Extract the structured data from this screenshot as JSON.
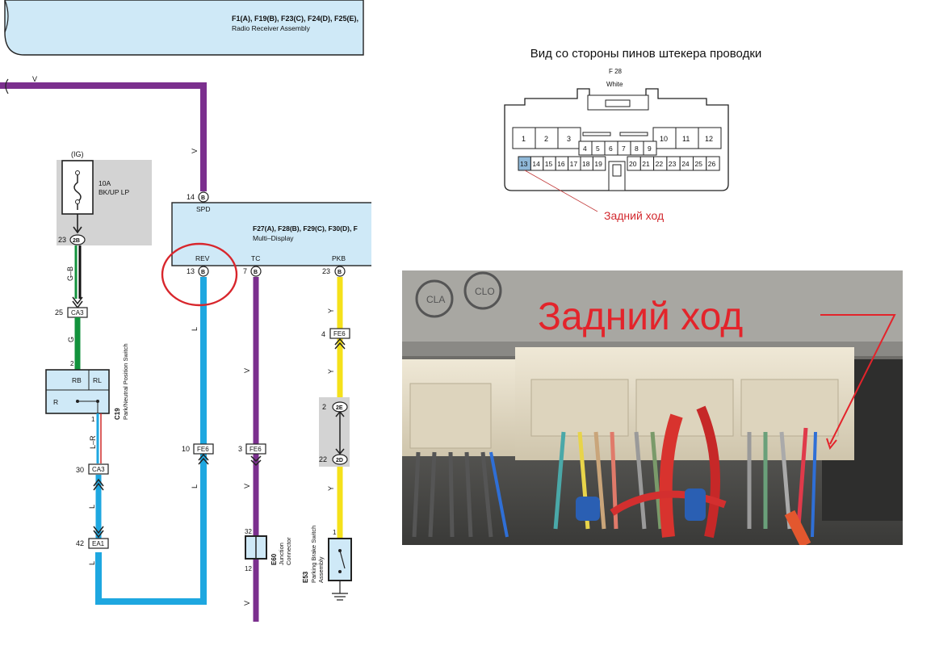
{
  "radio_box": {
    "title": "F1(A), F19(B), F23(C), F24(D), F25(E),",
    "subtitle": "Radio Receiver Assembly"
  },
  "multidisplay_box": {
    "title": "F27(A), F28(B), F29(C), F30(D), F",
    "subtitle": "Multi–Display",
    "pins": {
      "spd": {
        "label": "SPD",
        "num": "14",
        "code": "B"
      },
      "rev": {
        "label": "REV",
        "num": "13",
        "code": "B"
      },
      "tc": {
        "label": "TC",
        "num": "7",
        "code": "B"
      },
      "pkb": {
        "label": "PKB",
        "num": "23",
        "code": "B"
      }
    }
  },
  "wire_labels": {
    "top_v": "V",
    "spd_v": "V",
    "gb": "G–B",
    "g": "G",
    "lr": "L–R",
    "l1": "L",
    "l2": "L",
    "l3": "L",
    "rev_l1": "L",
    "rev_l2": "L",
    "tc_v1": "V",
    "tc_v2": "V",
    "tc_v3": "V",
    "pkb_y1": "Y",
    "pkb_y2": "Y",
    "pkb_y3": "Y"
  },
  "fuse": {
    "ig_label": "(IG)",
    "rating": "10A",
    "name": "BK/UP LP",
    "pin_num": "23",
    "pin_code": "2B"
  },
  "connectors": {
    "ca3_top": {
      "num": "25",
      "code": "CA3"
    },
    "ca3_bottom": {
      "num": "30",
      "code": "CA3"
    },
    "ea1": {
      "num": "42",
      "code": "EA1"
    },
    "fe6_rev": {
      "num": "10",
      "code": "FE6"
    },
    "fe6_tc": {
      "num": "3",
      "code": "FE6"
    },
    "fe6_pkb": {
      "num": "4",
      "code": "FE6"
    },
    "j2e": {
      "num": "2",
      "code": "2E"
    },
    "j2d": {
      "num": "22",
      "code": "2D"
    }
  },
  "switch_c19": {
    "pin_top": "2",
    "pin_bottom": "1",
    "rb": "RB",
    "rl": "RL",
    "r": "R",
    "code": "C19",
    "name": "Park/Neutral Position Switch"
  },
  "junction_e60": {
    "pin_top": "32",
    "pin_bottom": "12",
    "code": "E60",
    "name1": "Junction",
    "name2": "Connector"
  },
  "brake_e53": {
    "pin": "1",
    "code": "E53",
    "name1": "Parking Brake Switch",
    "name2": "Assembly"
  },
  "connector_view": {
    "heading": "Вид со стороны пинов штекера проводки",
    "part": "F 28",
    "color": "White",
    "row1_left": [
      "1",
      "2",
      "3"
    ],
    "row1_right": [
      "10",
      "11",
      "12"
    ],
    "row2": [
      "4",
      "5",
      "6",
      "7",
      "8",
      "9"
    ],
    "row3_left": [
      "13",
      "14",
      "15",
      "16",
      "17",
      "18",
      "19"
    ],
    "row3_right": [
      "20",
      "21",
      "22",
      "23",
      "24",
      "25",
      "26"
    ],
    "highlight_pin": "13",
    "callout": "Задний ход"
  },
  "photo": {
    "callout": "Задний ход",
    "markings": [
      "CLA",
      "CLO"
    ]
  },
  "colors": {
    "violet": "#7b2f8e",
    "blue": "#1ea7e0",
    "yellow": "#f5e11a",
    "green": "#12923c",
    "box_fill": "#cfe9f7",
    "red": "#e0202a"
  }
}
